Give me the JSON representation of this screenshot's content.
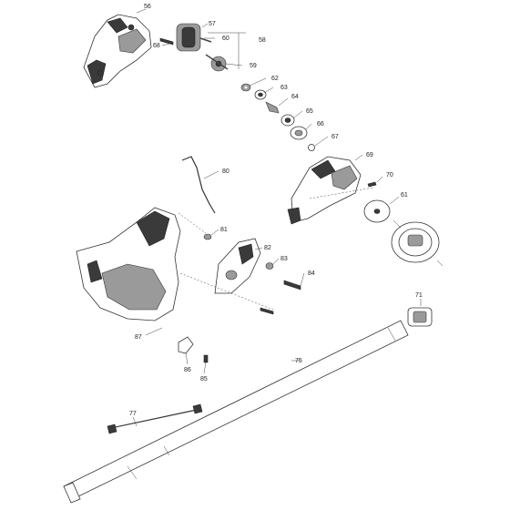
{
  "labels": {
    "p56": "56",
    "p57": "57",
    "p58": "58",
    "p59": "59",
    "p60": "60",
    "p61": "61",
    "p62": "62",
    "p63": "63",
    "p64": "64",
    "p65": "65",
    "p66": "66",
    "p67": "67",
    "p68": "68",
    "p69": "69",
    "p70": "70",
    "p71": "71",
    "p75": "75",
    "p77": "77",
    "p80": "80",
    "p81": "81",
    "p82": "82",
    "p83": "83",
    "p84": "84",
    "p85": "85",
    "p86": "86",
    "p87": "87"
  }
}
